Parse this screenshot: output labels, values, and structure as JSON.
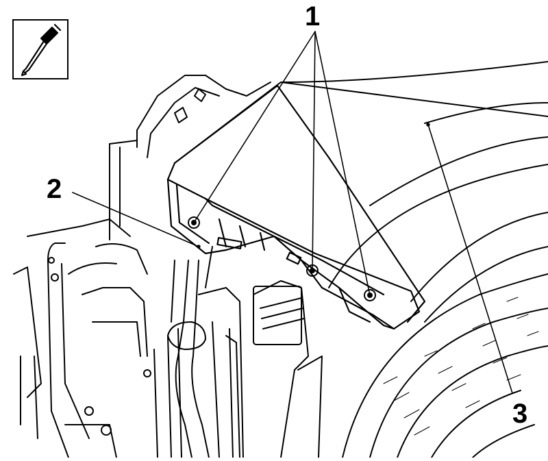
{
  "figure": {
    "tool_icon": "rivet-gun-icon",
    "callouts": [
      {
        "id": "1",
        "text": "1"
      },
      {
        "id": "2",
        "text": "2"
      },
      {
        "id": "3",
        "text": "3"
      }
    ]
  },
  "colors": {
    "ink": "#000000",
    "paper": "#ffffff"
  }
}
